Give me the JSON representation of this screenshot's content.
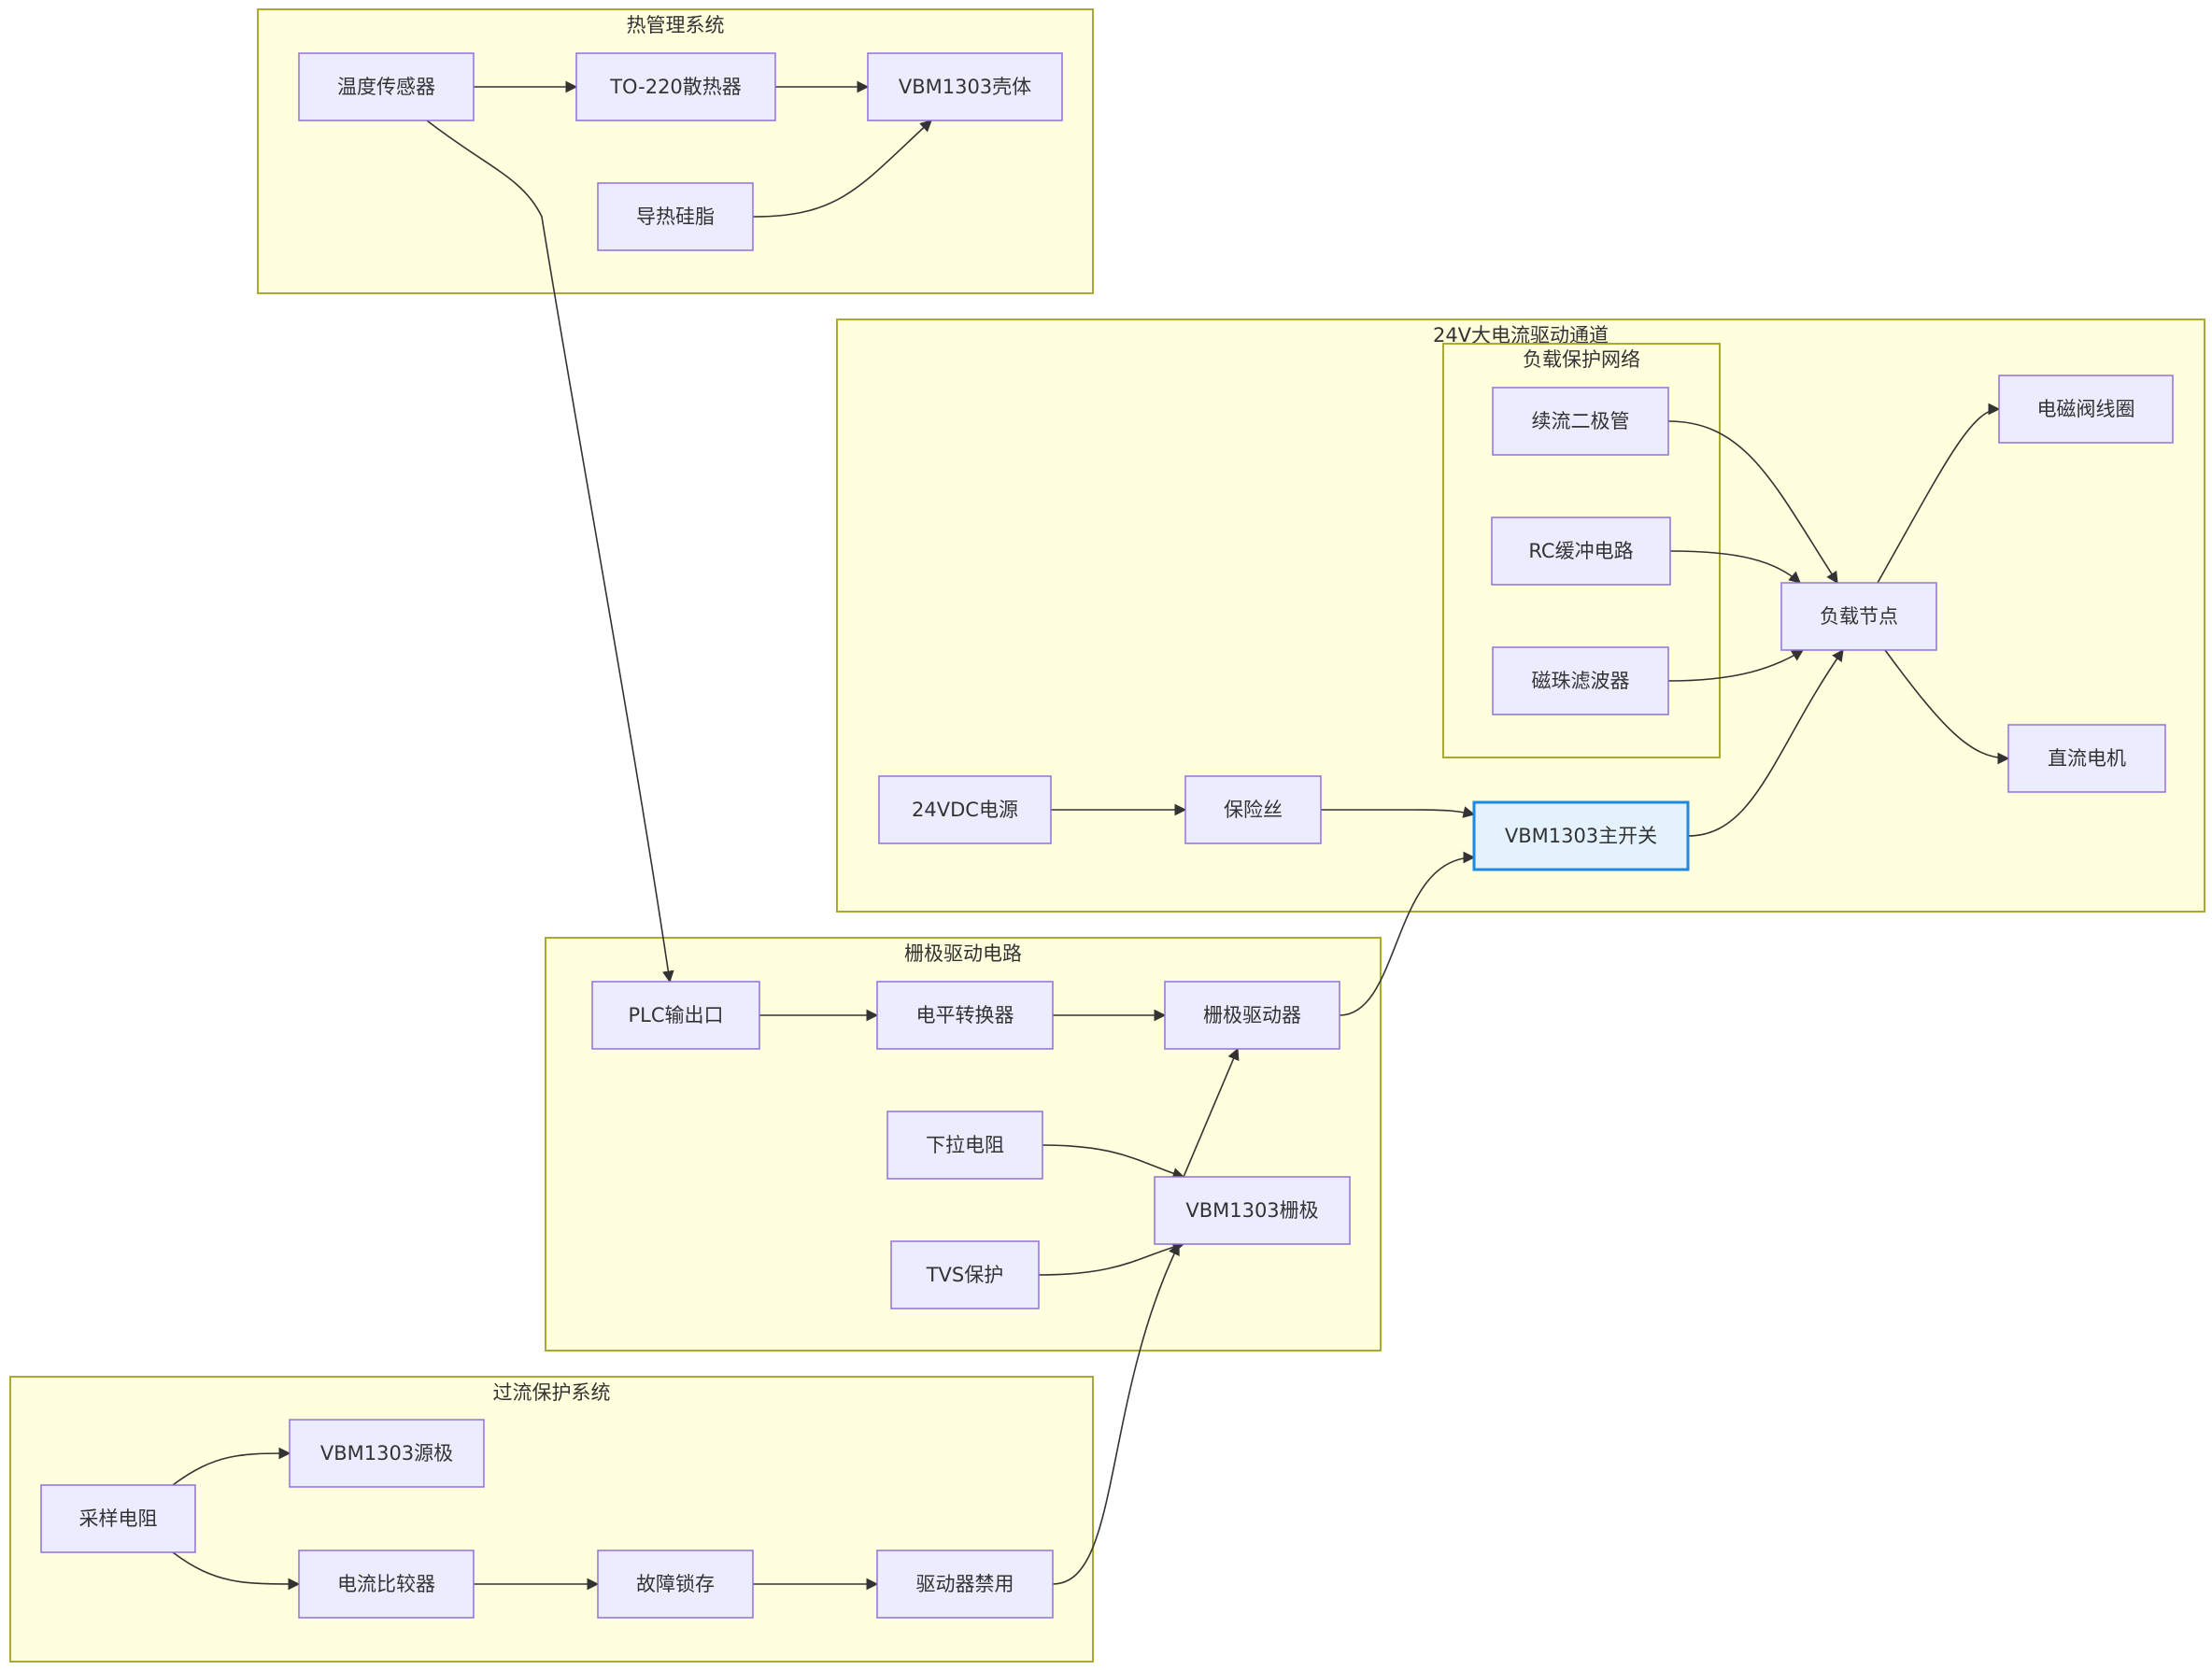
{
  "colors": {
    "cluster_fill": "#ffffde",
    "cluster_stroke": "#aaaa33",
    "node_fill": "#ececff",
    "node_stroke": "#9370db",
    "highlight_fill": "#e3f2fd",
    "highlight_stroke": "#1e88e5",
    "edge": "#333333"
  },
  "clusters": [
    {
      "id": "thermal",
      "label": "热管理系统"
    },
    {
      "id": "main",
      "label": "24V大电流驱动通道"
    },
    {
      "id": "loadprot",
      "label": "负载保护网络"
    },
    {
      "id": "gate",
      "label": "栅极驱动电路"
    },
    {
      "id": "ocp",
      "label": "过流保护系统"
    }
  ],
  "nodes": [
    {
      "id": "temp",
      "label": "温度传感器"
    },
    {
      "id": "heatsink",
      "label": "TO-220散热器"
    },
    {
      "id": "case",
      "label": "VBM1303壳体"
    },
    {
      "id": "grease",
      "label": "导热硅脂"
    },
    {
      "id": "flyback",
      "label": "续流二极管"
    },
    {
      "id": "rc",
      "label": "RC缓冲电路"
    },
    {
      "id": "ferrite",
      "label": "磁珠滤波器"
    },
    {
      "id": "load",
      "label": "负载节点"
    },
    {
      "id": "solenoid",
      "label": "电磁阀线圈"
    },
    {
      "id": "motor",
      "label": "直流电机"
    },
    {
      "id": "psu",
      "label": "24VDC电源"
    },
    {
      "id": "fuse",
      "label": "保险丝"
    },
    {
      "id": "mainsw",
      "label": "VBM1303主开关",
      "highlight": true
    },
    {
      "id": "plc",
      "label": "PLC输出口"
    },
    {
      "id": "level",
      "label": "电平转换器"
    },
    {
      "id": "driver",
      "label": "栅极驱动器"
    },
    {
      "id": "pulldown",
      "label": "下拉电阻"
    },
    {
      "id": "tvs",
      "label": "TVS保护"
    },
    {
      "id": "vgate",
      "label": "VBM1303栅极"
    },
    {
      "id": "shunt",
      "label": "采样电阻"
    },
    {
      "id": "source",
      "label": "VBM1303源极"
    },
    {
      "id": "comparator",
      "label": "电流比较器"
    },
    {
      "id": "latch",
      "label": "故障锁存"
    },
    {
      "id": "disable",
      "label": "驱动器禁用"
    }
  ],
  "edges": [
    {
      "from": "temp",
      "to": "heatsink"
    },
    {
      "from": "heatsink",
      "to": "case"
    },
    {
      "from": "grease",
      "to": "case"
    },
    {
      "from": "temp",
      "to": "plc"
    },
    {
      "from": "flyback",
      "to": "load"
    },
    {
      "from": "rc",
      "to": "load"
    },
    {
      "from": "ferrite",
      "to": "load"
    },
    {
      "from": "load",
      "to": "solenoid"
    },
    {
      "from": "load",
      "to": "motor"
    },
    {
      "from": "psu",
      "to": "fuse"
    },
    {
      "from": "fuse",
      "to": "mainsw"
    },
    {
      "from": "mainsw",
      "to": "load"
    },
    {
      "from": "plc",
      "to": "level"
    },
    {
      "from": "level",
      "to": "driver"
    },
    {
      "from": "driver",
      "to": "mainsw"
    },
    {
      "from": "pulldown",
      "to": "vgate"
    },
    {
      "from": "tvs",
      "to": "vgate"
    },
    {
      "from": "vgate",
      "to": "driver"
    },
    {
      "from": "shunt",
      "to": "source"
    },
    {
      "from": "shunt",
      "to": "comparator"
    },
    {
      "from": "comparator",
      "to": "latch"
    },
    {
      "from": "latch",
      "to": "disable"
    },
    {
      "from": "disable",
      "to": "vgate"
    }
  ]
}
